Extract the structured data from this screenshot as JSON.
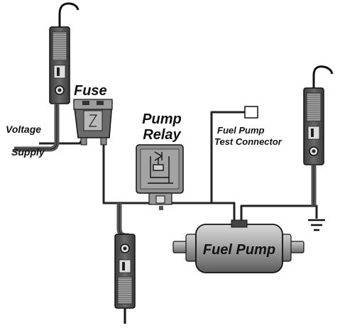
{
  "labels": {
    "fuse": "Fuse",
    "pump_relay_line1": "Pump",
    "pump_relay_line2": "Relay",
    "voltage_supply_line1": "Voltage",
    "voltage_supply_line2": "Supply",
    "test_connector_line1": "Fuel Pump",
    "test_connector_line2": "Test Connector",
    "fuel_pump": "Fuel Pump"
  },
  "colors": {
    "wire": "#222222",
    "probe_body": "#555555",
    "probe_light": "#8a8a8a",
    "pump_body": "#9a9a9a",
    "relay_body": "#8f8f8f",
    "fuse_body": "#777777"
  },
  "icons": [
    "test-light-probe",
    "fuse",
    "relay-coil",
    "ground-symbol",
    "connector-terminal"
  ]
}
